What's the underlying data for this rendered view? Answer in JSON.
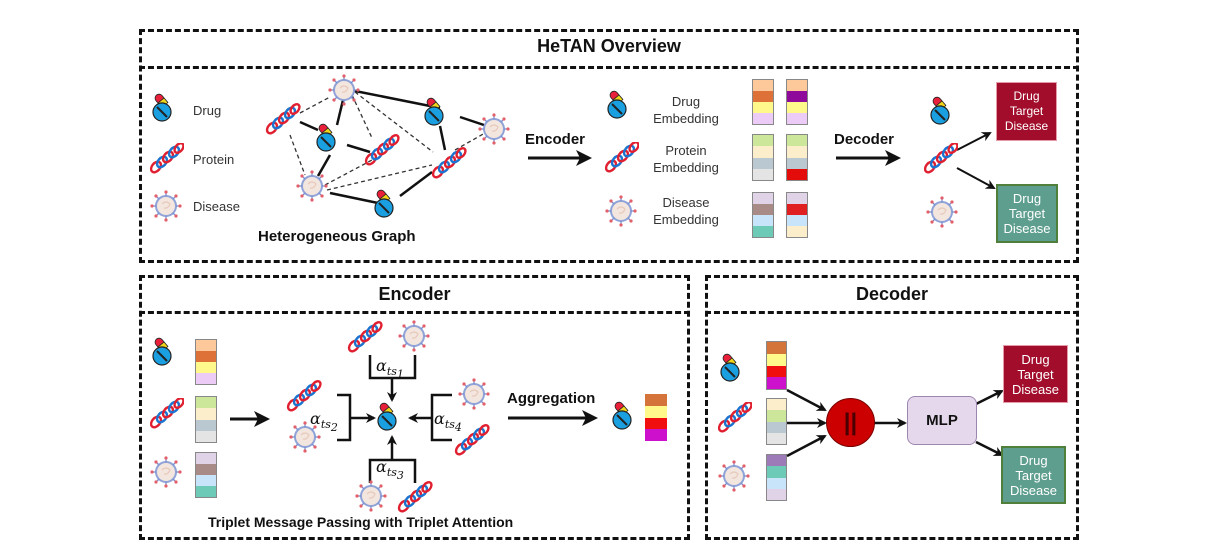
{
  "overview": {
    "title": "HeTAN Overview",
    "legend": [
      {
        "icon": "drug-icon",
        "label": "Drug"
      },
      {
        "icon": "protein-icon",
        "label": "Protein"
      },
      {
        "icon": "disease-icon",
        "label": "Disease"
      }
    ],
    "graph_caption": "Heterogeneous Graph",
    "encoder_label": "Encoder",
    "decoder_label": "Decoder",
    "embeddings": [
      {
        "icon": "drug-icon",
        "label_line1": "Drug",
        "label_line2": "Embedding",
        "vec_a": [
          "#fdc89a",
          "#dd7138",
          "#fff88a",
          "#ecccf6"
        ],
        "vec_b": [
          "#fdc89a",
          "#8e0a9a",
          "#fff88a",
          "#ecccf6"
        ]
      },
      {
        "icon": "protein-icon",
        "label_line1": "Protein",
        "label_line2": "Embedding",
        "vec_a": [
          "#cde79a",
          "#fdeecb",
          "#bac8d2",
          "#e4e4e4"
        ],
        "vec_b": [
          "#cde79a",
          "#fdeecb",
          "#bac8d2",
          "#e40b0b"
        ]
      },
      {
        "icon": "disease-icon",
        "label_line1": "Disease",
        "label_line2": "Embedding",
        "vec_a": [
          "#e0d3e8",
          "#a88a86",
          "#c8e4fb",
          "#6ccab6"
        ],
        "vec_b": [
          "#e0d3e8",
          "#e02020",
          "#c8e4fb",
          "#fdeecb"
        ]
      }
    ],
    "outputs": [
      {
        "line1": "Drug",
        "line2": "Target",
        "line3": "Disease",
        "color": "#a10d2b"
      },
      {
        "line1": "Drug",
        "line2": "Target",
        "line3": "Disease",
        "color": "#5e9e8e"
      }
    ]
  },
  "encoder": {
    "title": "Encoder",
    "input_vectors": [
      [
        "#fdc89a",
        "#dd7138",
        "#fff88a",
        "#ecccf6"
      ],
      [
        "#cde79a",
        "#fdeecb",
        "#bac8d2",
        "#e4e4e4"
      ],
      [
        "#e0d3e8",
        "#a88a86",
        "#c8e4fb",
        "#6ccab6"
      ]
    ],
    "attention_labels": [
      {
        "symbol": "α",
        "sub": "ts",
        "index": "1"
      },
      {
        "symbol": "α",
        "sub": "ts",
        "index": "2"
      },
      {
        "symbol": "α",
        "sub": "ts",
        "index": "3"
      },
      {
        "symbol": "α",
        "sub": "ts",
        "index": "4"
      }
    ],
    "aggregation_label": "Aggregation",
    "aggregated_vector": [
      "#d4733a",
      "#fff88a",
      "#f00e0e",
      "#cc10cc"
    ],
    "caption": "Triplet Message Passing with Triplet Attention"
  },
  "decoder": {
    "title": "Decoder",
    "vectors": [
      [
        "#d4733a",
        "#fff88a",
        "#f00e0e",
        "#cc10cc"
      ],
      [
        "#fdeecb",
        "#cde79a",
        "#bac8d2",
        "#e4e4e4"
      ],
      [
        "#9d7bb8",
        "#6ccab6",
        "#c8e4fb",
        "#e0d3e8"
      ]
    ],
    "concat_symbol": "||",
    "mlp_label": "MLP",
    "outputs": [
      {
        "line1": "Drug",
        "line2": "Target",
        "line3": "Disease",
        "color": "#a10d2b"
      },
      {
        "line1": "Drug",
        "line2": "Target",
        "line3": "Disease",
        "color": "#5e9e8e"
      }
    ]
  }
}
